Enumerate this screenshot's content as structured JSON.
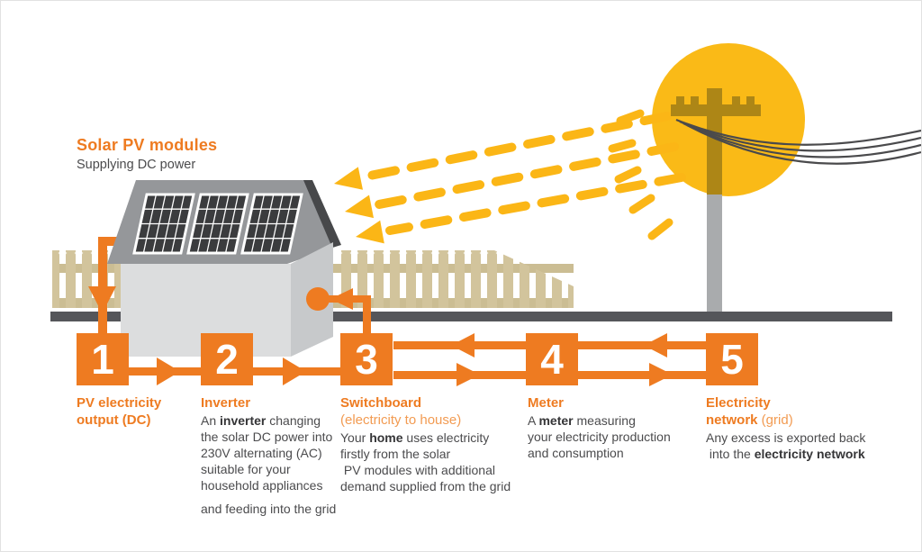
{
  "title_label": {
    "title": "Solar PV modules",
    "subtitle": "Supplying DC power"
  },
  "steps": [
    {
      "number": "1",
      "heading": [
        {
          "segs": [
            {
              "t": "PV electricity",
              "s": "ob"
            }
          ]
        },
        {
          "segs": [
            {
              "t": "output (DC)",
              "s": "ob"
            }
          ]
        }
      ],
      "body": []
    },
    {
      "number": "2",
      "heading": [
        {
          "segs": [
            {
              "t": "Inverter",
              "s": "ob"
            }
          ]
        }
      ],
      "body": [
        {
          "segs": [
            {
              "t": "An "
            },
            {
              "t": "inverter",
              "b": true
            },
            {
              "t": " changing"
            }
          ]
        },
        {
          "segs": [
            {
              "t": "the solar DC power into"
            }
          ]
        },
        {
          "segs": [
            {
              "t": "230V alternating (AC)"
            }
          ]
        },
        {
          "segs": [
            {
              "t": "suitable for your"
            }
          ]
        },
        {
          "segs": [
            {
              "t": "household appliances"
            }
          ]
        },
        {
          "gap": true,
          "segs": [
            {
              "t": "and feeding into the grid"
            }
          ]
        }
      ]
    },
    {
      "number": "3",
      "heading": [
        {
          "segs": [
            {
              "t": "Switchboard",
              "s": "ob"
            }
          ]
        },
        {
          "segs": [
            {
              "t": "(electricity to house)",
              "s": "ol"
            }
          ]
        }
      ],
      "body": [
        {
          "segs": [
            {
              "t": "Your "
            },
            {
              "t": "home",
              "b": true
            },
            {
              "t": " uses electricity"
            }
          ]
        },
        {
          "segs": [
            {
              "t": "firstly from the solar"
            }
          ]
        },
        {
          "segs": [
            {
              "t": " PV modules with additional"
            }
          ]
        },
        {
          "segs": [
            {
              "t": "demand supplied from the grid"
            }
          ]
        }
      ]
    },
    {
      "number": "4",
      "heading": [
        {
          "segs": [
            {
              "t": "Meter",
              "s": "ob"
            }
          ]
        }
      ],
      "body": [
        {
          "segs": [
            {
              "t": "A "
            },
            {
              "t": "meter",
              "b": true
            },
            {
              "t": " measuring"
            }
          ]
        },
        {
          "segs": [
            {
              "t": "your electricity production"
            }
          ]
        },
        {
          "segs": [
            {
              "t": "and consumption"
            }
          ]
        }
      ]
    },
    {
      "number": "5",
      "heading": [
        {
          "segs": [
            {
              "t": "Electricity",
              "s": "ob"
            }
          ]
        },
        {
          "segs": [
            {
              "t": "network",
              "s": "ob"
            },
            {
              "t": " (grid)",
              "s": "ol"
            }
          ]
        }
      ],
      "body": [
        {
          "segs": [
            {
              "t": "Any excess is exported back"
            }
          ]
        },
        {
          "segs": [
            {
              "t": " into the "
            },
            {
              "t": "electricity network",
              "b": true
            }
          ]
        }
      ]
    }
  ],
  "colors": {
    "orange": "#EE7B21",
    "orange_light": "#F29B52",
    "yellow": "#FBB616",
    "sun": "#FABA17"
  }
}
